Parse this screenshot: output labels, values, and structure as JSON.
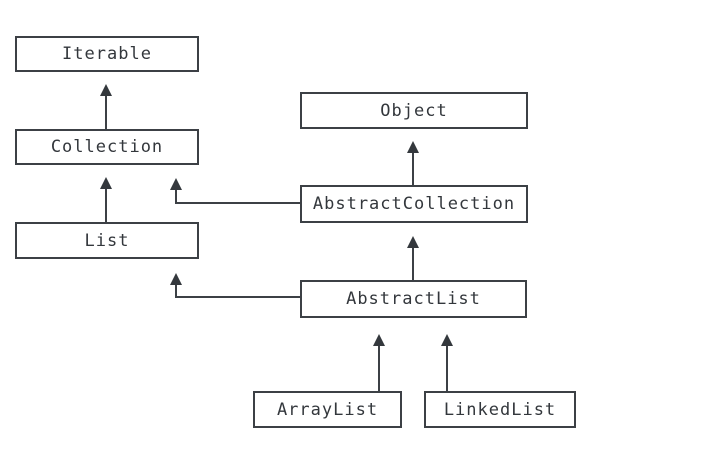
{
  "diagram": {
    "type": "class-inheritance-diagram",
    "description": "Java collections class hierarchy with upward inheritance arrows",
    "colors": {
      "line": "#3c4045",
      "box_border": "#3c4045",
      "box_fill": "#ffffff",
      "text": "#33373c",
      "arrowhead": "#34383d",
      "background": "#ffffff"
    },
    "nodes": {
      "iterable": {
        "label": "Iterable"
      },
      "object": {
        "label": "Object"
      },
      "collection": {
        "label": "Collection"
      },
      "abstract_collection": {
        "label": "AbstractCollection"
      },
      "list": {
        "label": "List"
      },
      "abstract_list": {
        "label": "AbstractList"
      },
      "array_list": {
        "label": "ArrayList"
      },
      "linked_list": {
        "label": "LinkedList"
      }
    },
    "edges": [
      {
        "from": "Collection",
        "to": "Iterable",
        "style": "solid-line-triangle-arrow"
      },
      {
        "from": "List",
        "to": "Collection",
        "style": "solid-line-triangle-arrow"
      },
      {
        "from": "AbstractCollection",
        "to": "Object",
        "style": "solid-line-triangle-arrow"
      },
      {
        "from": "AbstractCollection",
        "to": "Collection",
        "style": "elbow-line-triangle-arrow"
      },
      {
        "from": "AbstractList",
        "to": "AbstractCollection",
        "style": "solid-line-triangle-arrow"
      },
      {
        "from": "AbstractList",
        "to": "List",
        "style": "elbow-line-triangle-arrow"
      },
      {
        "from": "ArrayList",
        "to": "AbstractList",
        "style": "solid-line-triangle-arrow"
      },
      {
        "from": "LinkedList",
        "to": "AbstractList",
        "style": "solid-line-triangle-arrow"
      }
    ]
  }
}
